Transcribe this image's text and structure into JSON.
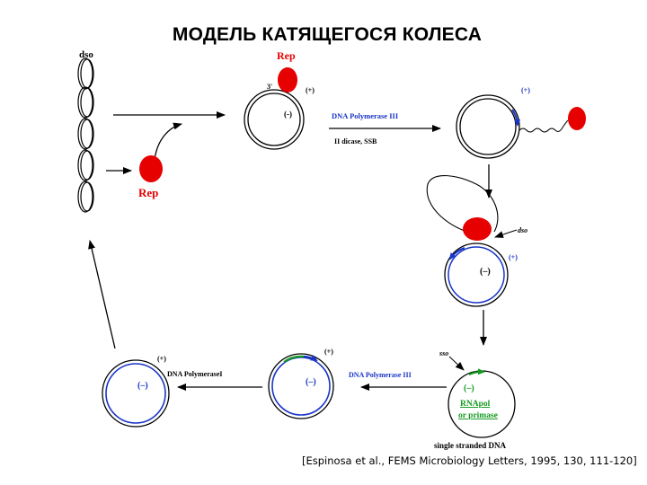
{
  "title": "МОДЕЛЬ КАТЯЩЕГОСЯ КОЛЕСА",
  "citation": "[Espinosa et al., FEMS Microbiology Letters, 1995, 130, 111-120]",
  "labels": {
    "dso_top": "dso",
    "rep_free": "Rep",
    "rep_bound": "Rep",
    "three_prime": "3'",
    "plus_1": "(+)",
    "minus_1": "(-)",
    "dna_pol3_top": "DNA Polymerase III",
    "helicase_ssb": "II dicase, SSB",
    "plus_2": "(+)",
    "dso_right": "dso",
    "plus_3": "(+)",
    "minus_3": "(–)",
    "sso": "sso",
    "minus_4": "(–)",
    "rnapol": "RNApol",
    "or_primase": "or primase",
    "single_stranded": "single stranded DNA",
    "dna_pol3_bottom": "DNA Polymerase III",
    "plus_5": "(+)",
    "minus_5": "(–)",
    "dna_pol1": "DNA PolymeraseI",
    "plus_6": "(+)",
    "minus_6": "(–)"
  },
  "colors": {
    "rep_protein": "#e60000",
    "new_strand_blue": "#1a35c8",
    "primer_green": "#139a1f",
    "plasmid_black": "#000000"
  }
}
